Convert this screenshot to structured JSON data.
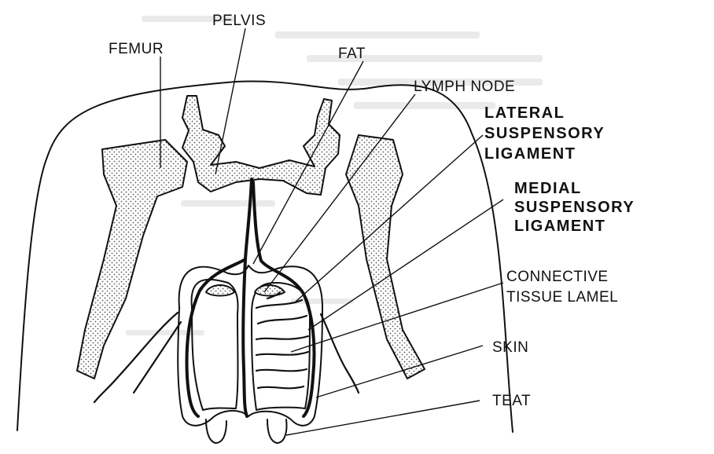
{
  "labels": {
    "femur": "FEMUR",
    "pelvis": "PELVIS",
    "fat": "FAT",
    "lymph_node": "LYMPH NODE",
    "lateral_1": "LATERAL",
    "lateral_2": "SUSPENSORY",
    "lateral_3": "LIGAMENT",
    "medial_1": "MEDIAL",
    "medial_2": "SUSPENSORY",
    "medial_3": "LIGAMENT",
    "connective_1": "CONNECTIVE",
    "connective_2": "TISSUE LAMEL",
    "skin": "SKIN",
    "teat": "TEAT"
  },
  "colors": {
    "ink": "#111111",
    "background": "#ffffff",
    "bone_stipple": "#555555"
  }
}
